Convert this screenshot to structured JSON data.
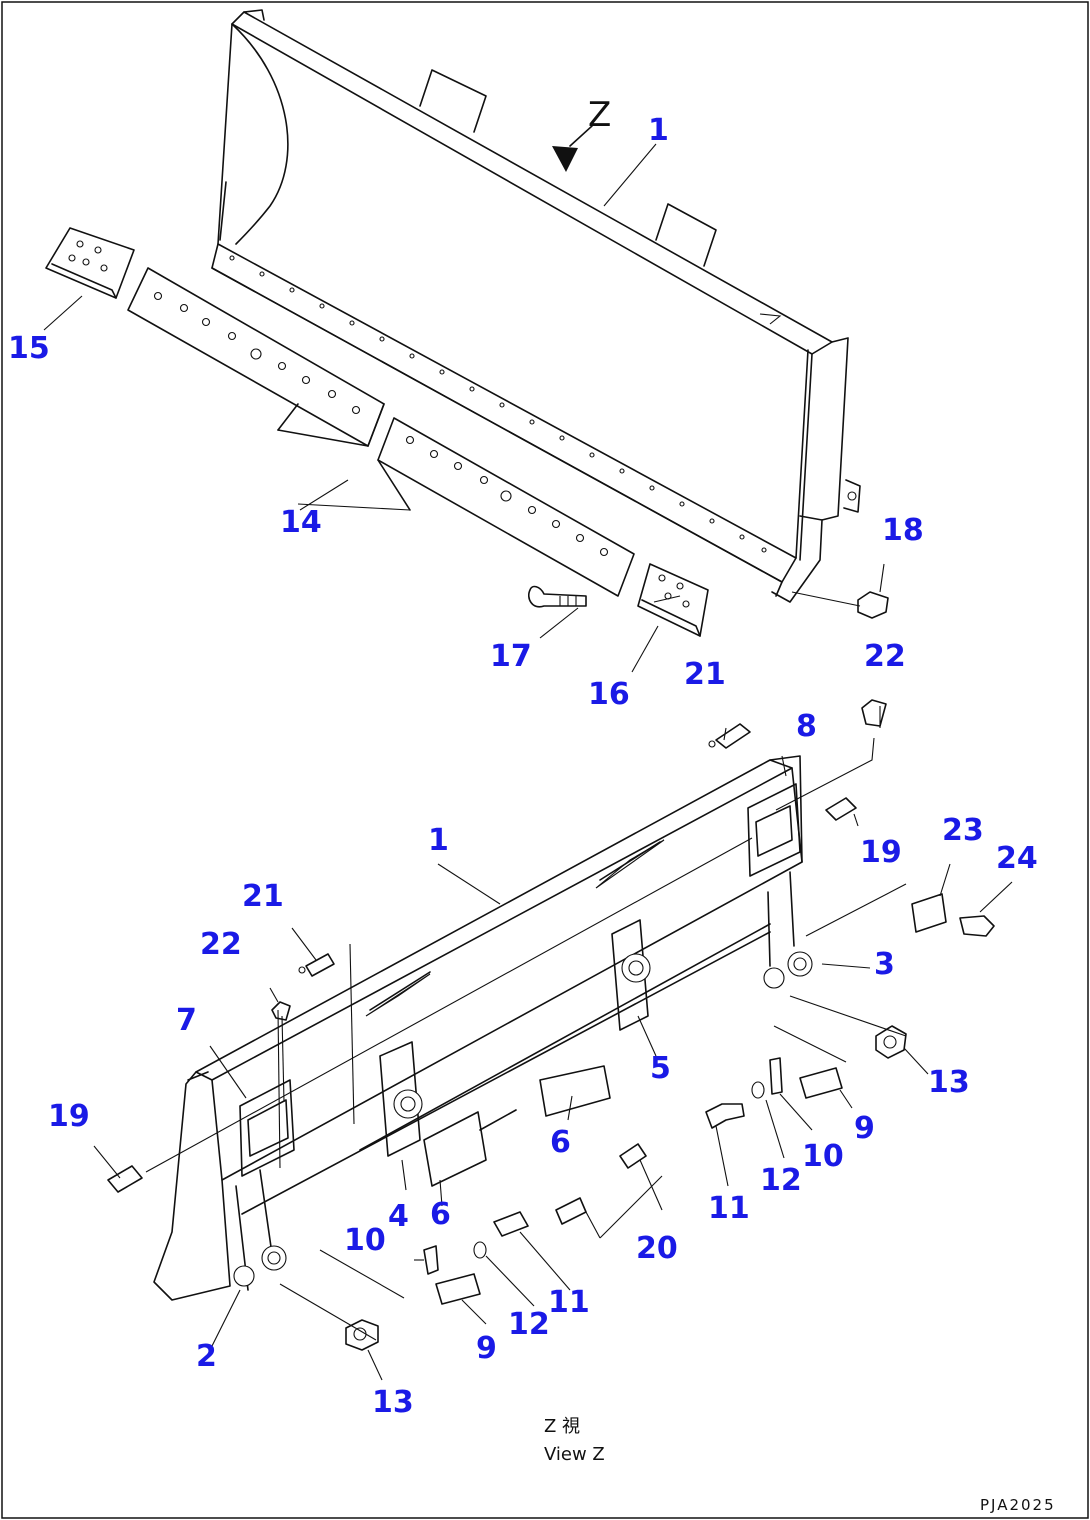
{
  "view_arrow_letter": "Z",
  "view_caption": {
    "line1": "Z    視",
    "line2": "View Z"
  },
  "drawing_code": "PJA2025",
  "callouts": [
    {
      "id": "c1a",
      "label": "1"
    },
    {
      "id": "c1b",
      "label": "1"
    },
    {
      "id": "c2",
      "label": "2"
    },
    {
      "id": "c3",
      "label": "3"
    },
    {
      "id": "c4",
      "label": "4"
    },
    {
      "id": "c5",
      "label": "5"
    },
    {
      "id": "c6a",
      "label": "6"
    },
    {
      "id": "c6b",
      "label": "6"
    },
    {
      "id": "c7",
      "label": "7"
    },
    {
      "id": "c8",
      "label": "8"
    },
    {
      "id": "c9a",
      "label": "9"
    },
    {
      "id": "c9b",
      "label": "9"
    },
    {
      "id": "c10a",
      "label": "10"
    },
    {
      "id": "c10b",
      "label": "10"
    },
    {
      "id": "c11a",
      "label": "11"
    },
    {
      "id": "c11b",
      "label": "11"
    },
    {
      "id": "c12a",
      "label": "12"
    },
    {
      "id": "c12b",
      "label": "12"
    },
    {
      "id": "c13a",
      "label": "13"
    },
    {
      "id": "c13b",
      "label": "13"
    },
    {
      "id": "c14",
      "label": "14"
    },
    {
      "id": "c15",
      "label": "15"
    },
    {
      "id": "c16",
      "label": "16"
    },
    {
      "id": "c17",
      "label": "17"
    },
    {
      "id": "c18",
      "label": "18"
    },
    {
      "id": "c19a",
      "label": "19"
    },
    {
      "id": "c19b",
      "label": "19"
    },
    {
      "id": "c20",
      "label": "20"
    },
    {
      "id": "c21a",
      "label": "21"
    },
    {
      "id": "c21b",
      "label": "21"
    },
    {
      "id": "c22a",
      "label": "22"
    },
    {
      "id": "c22b",
      "label": "22"
    },
    {
      "id": "c23",
      "label": "23"
    },
    {
      "id": "c24",
      "label": "24"
    }
  ]
}
